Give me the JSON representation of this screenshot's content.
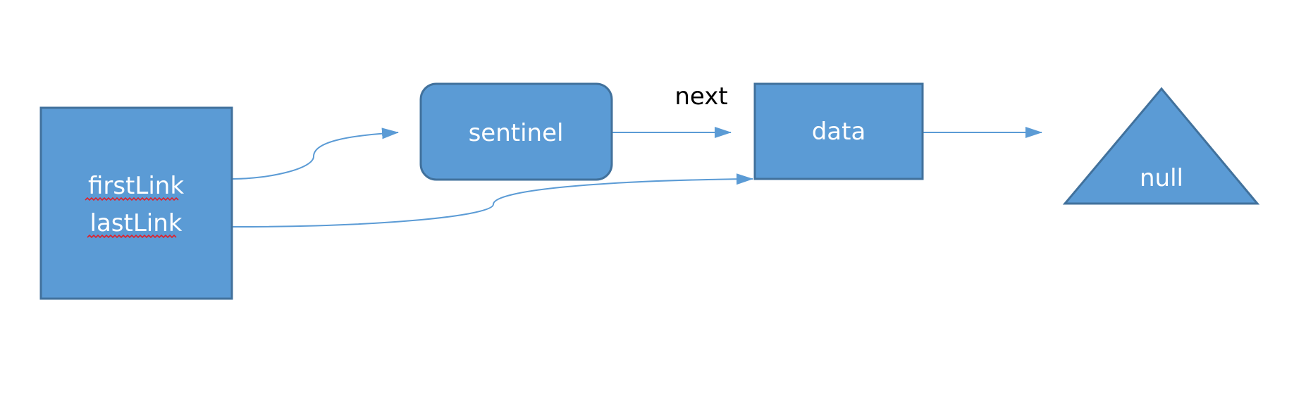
{
  "colors": {
    "node_fill": "#5b9bd5",
    "node_stroke": "#41719c",
    "edge": "#5b9bd5",
    "spellcheck_underline": "#e0202a",
    "background": "#ffffff"
  },
  "nodes": {
    "list_head": {
      "shape": "square",
      "line1": "firstLink",
      "line2": "lastLink"
    },
    "sentinel": {
      "shape": "rounded-rectangle",
      "label": "sentinel"
    },
    "data": {
      "shape": "rectangle",
      "label": "data"
    },
    "null": {
      "shape": "triangle",
      "label": "null"
    }
  },
  "edges": {
    "first_link": {
      "from": "list_head",
      "to": "sentinel",
      "label": ""
    },
    "last_link": {
      "from": "list_head",
      "to": "data",
      "label": ""
    },
    "sentinel_next": {
      "from": "sentinel",
      "to": "data",
      "label": "next"
    },
    "data_next": {
      "from": "data",
      "to": "null",
      "label": ""
    }
  }
}
